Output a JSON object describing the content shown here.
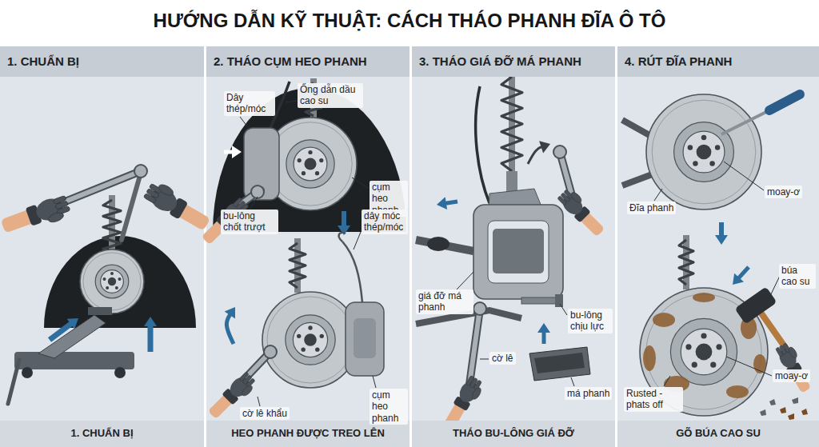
{
  "diagram": {
    "title": "HƯỚNG DẪN KỸ THUẬT: CÁCH THÁO PHANH ĐĨA Ô TÔ",
    "nodes": [
      {
        "text": [
          "1. CHUẨN BỊ",
          "1. CHUẨN BỊ"
        ]
      },
      {
        "text": [
          "2. THÁO CỤM HEO PHANH",
          "HEO PHANH ĐƯỢC TREO LÊN"
        ]
      },
      {
        "text": [
          "3. THÁO GIÁ ĐỠ MÁ PHANH",
          "THÁO BU-LÔNG GIÁ ĐỠ"
        ]
      },
      {
        "text": [
          "4. RÚT ĐĨA PHANH",
          "GÕ BÚA CAO SU"
        ]
      }
    ],
    "labels": [
      "Dây thép/móc",
      "Ống dẫn dầu cao su",
      "bu-lông chốt trượt",
      "cụm heo phanh",
      "dây móc thép/móc",
      "cụm heo phanh",
      "cờ lê khẩu",
      "giá đỡ má phanh",
      "cờ lê",
      "bu-lông chịu lực",
      "má phanh",
      "moay-ơ",
      "Đĩa phanh",
      "búa cao su",
      "Rusted - phats off",
      "moay-ơ"
    ]
  }
}
